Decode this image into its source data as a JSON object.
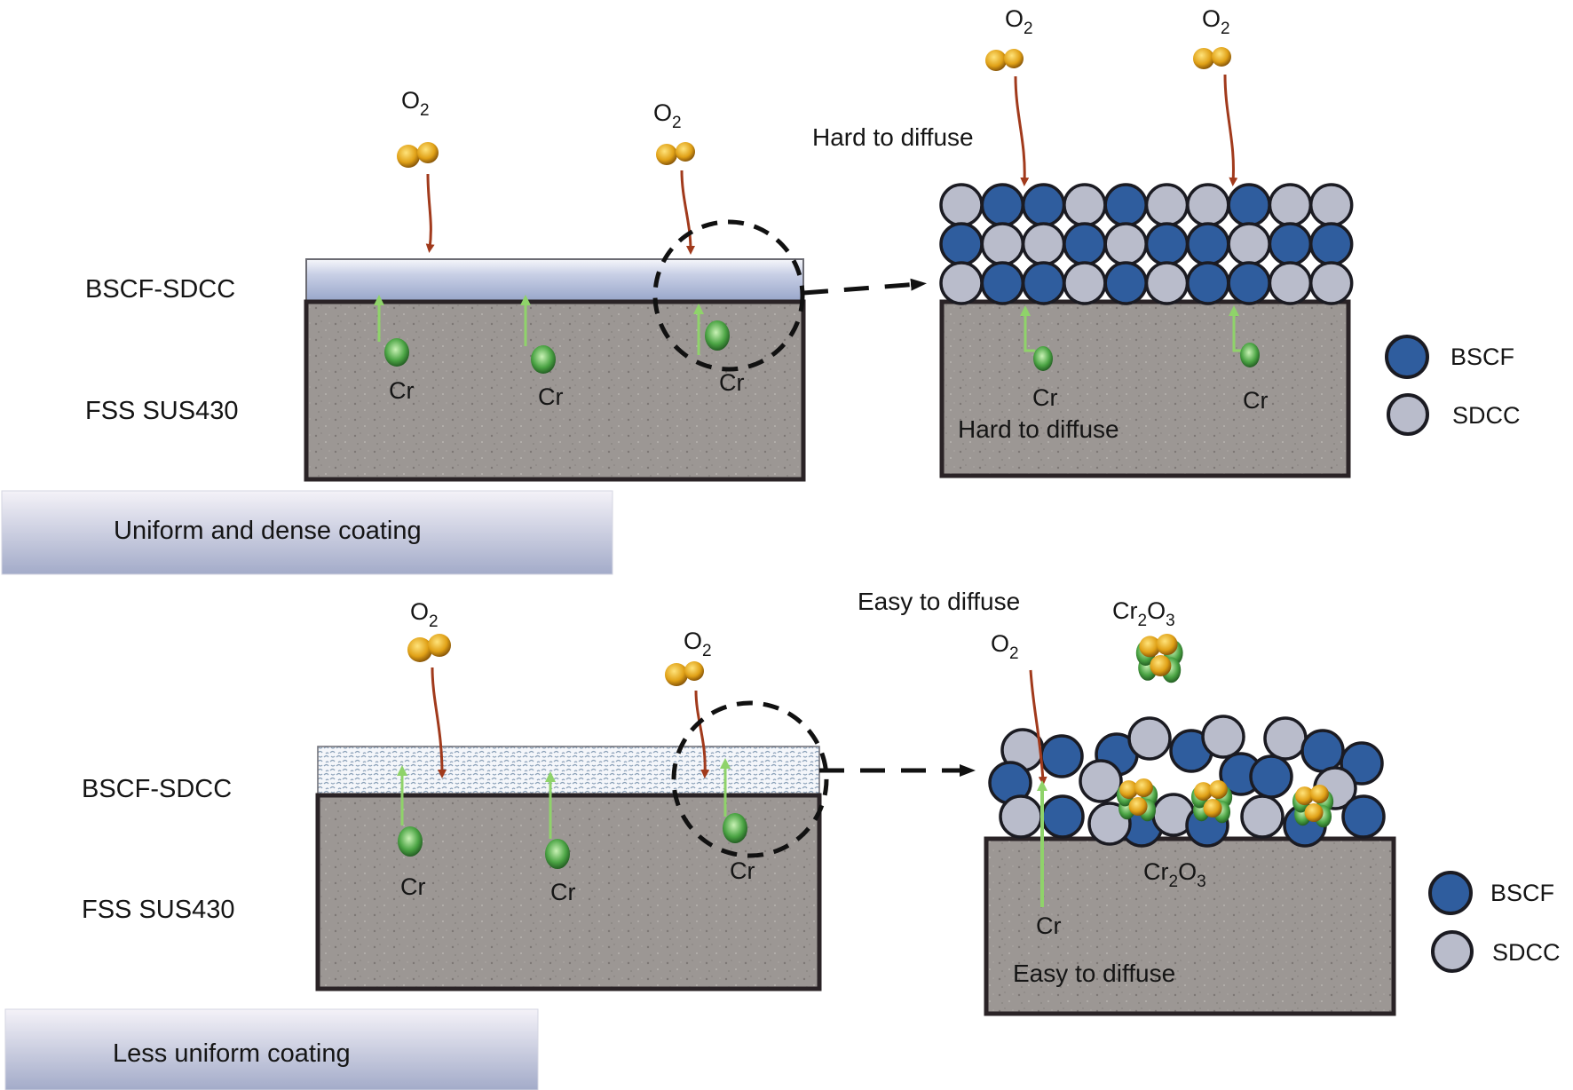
{
  "figure": {
    "type": "schematic",
    "subject": "Cr diffusion through BSCF-SDCC coatings on FSS SUS430"
  },
  "top_panel": {
    "coating_label": "BSCF-SDCC",
    "substrate_label": "FSS SUS430",
    "banner": "Uniform and dense coating",
    "oxygen_labels": [
      {
        "base": "O",
        "sub": "2"
      },
      {
        "base": "O",
        "sub": "2"
      }
    ],
    "cr_labels": [
      "Cr",
      "Cr",
      "Cr"
    ],
    "zoom_view": {
      "note_top": "Hard to diffuse",
      "note_bottom": "Hard to diffuse",
      "oxygen_labels": [
        {
          "base": "O",
          "sub": "2"
        },
        {
          "base": "O",
          "sub": "2"
        }
      ],
      "cr_labels": [
        "Cr",
        "Cr"
      ],
      "particle_rows": [
        [
          "SDCC",
          "BSCF",
          "BSCF",
          "SDCC",
          "BSCF",
          "SDCC",
          "SDCC",
          "BSCF",
          "SDCC",
          "SDCC"
        ],
        [
          "BSCF",
          "SDCC",
          "SDCC",
          "BSCF",
          "SDCC",
          "BSCF",
          "BSCF",
          "SDCC",
          "BSCF",
          "BSCF"
        ],
        [
          "SDCC",
          "BSCF",
          "BSCF",
          "SDCC",
          "BSCF",
          "SDCC",
          "BSCF",
          "BSCF",
          "SDCC",
          "SDCC"
        ]
      ]
    },
    "legend": [
      {
        "key": "BSCF",
        "label": "BSCF",
        "color": "#2f5d9e"
      },
      {
        "key": "SDCC",
        "label": "SDCC",
        "color": "#b9bccb"
      }
    ]
  },
  "bottom_panel": {
    "coating_label": "BSCF-SDCC",
    "substrate_label": "FSS SUS430",
    "banner": "Less uniform coating",
    "oxygen_labels": [
      {
        "base": "O",
        "sub": "2"
      },
      {
        "base": "O",
        "sub": "2"
      }
    ],
    "cr_labels": [
      "Cr",
      "Cr",
      "Cr"
    ],
    "zoom_view": {
      "note_top": "Easy to diffuse",
      "note_bottom": "Easy to diffuse",
      "oxygen_label": {
        "base": "O",
        "sub": "2"
      },
      "oxide_label_top": {
        "base1": "Cr",
        "sub1": "2",
        "base2": "O",
        "sub2": "3"
      },
      "oxide_label_inner": {
        "base1": "Cr",
        "sub1": "2",
        "base2": "O",
        "sub2": "3"
      },
      "cr_label": "Cr"
    },
    "legend": [
      {
        "key": "BSCF",
        "label": "BSCF",
        "color": "#2f5d9e"
      },
      {
        "key": "SDCC",
        "label": "SDCC",
        "color": "#b9bccb"
      }
    ]
  },
  "colors": {
    "bscf": "#2f5d9e",
    "sdcc": "#b9bccb",
    "substrate": "#9d9794",
    "oxygen": "#e3a81e",
    "chromium": "#4fa648",
    "oxygen_arrow": "#a13a1c",
    "cr_arrow": "#8fd36a",
    "banner_top": "#eeedf6",
    "banner_bottom": "#a5acca"
  }
}
